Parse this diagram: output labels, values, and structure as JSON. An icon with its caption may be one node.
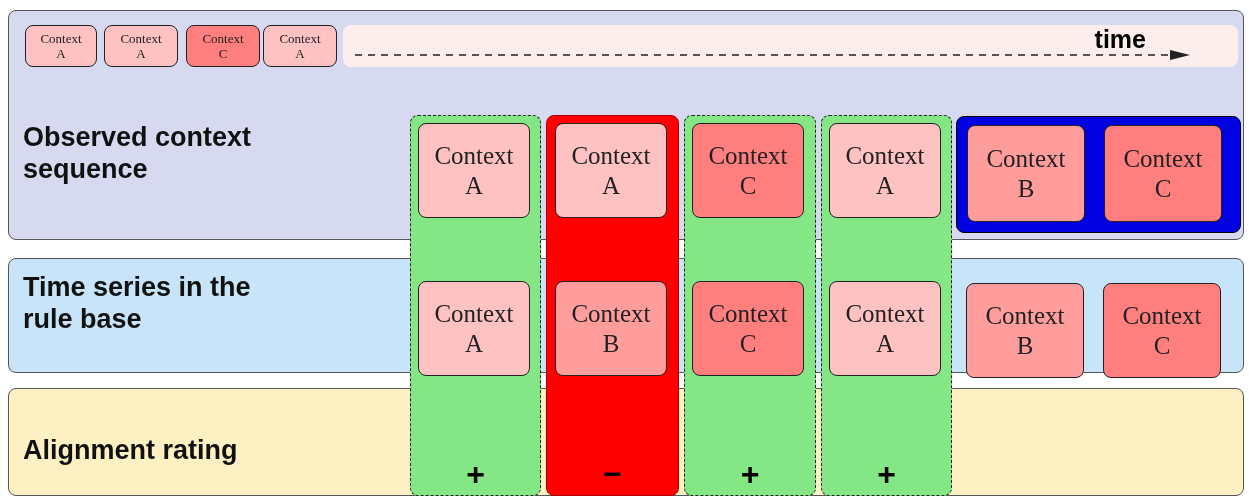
{
  "diagram": {
    "nodes": [
      {
        "text": [
          "Observed context sequence"
        ]
      },
      {
        "text": [
          "Context A"
        ],
        "in": 0
      },
      {
        "text": [
          "Context A"
        ],
        "in": 0
      },
      {
        "text": [
          "Context C"
        ],
        "in": 0
      },
      {
        "text": [
          "Context A"
        ],
        "in": 0
      },
      {
        "text": [
          "time"
        ],
        "in": 0
      },
      {
        "text": [
          "Time series in the rule base"
        ]
      },
      {
        "text": [
          "Alignment rating"
        ]
      },
      {
        "text": [
          "+"
        ]
      },
      {
        "text": [
          "Context A"
        ]
      },
      {
        "text": [
          "Context A"
        ]
      },
      {
        "text": [
          "−"
        ]
      },
      {
        "text": [
          "Context A"
        ]
      },
      {
        "text": [
          "Context B"
        ]
      },
      {
        "text": [
          "+"
        ]
      },
      {
        "text": [
          "Context C"
        ]
      },
      {
        "text": [
          "Context C"
        ]
      },
      {
        "text": [
          "+"
        ]
      },
      {
        "text": [
          "Context A"
        ]
      },
      {
        "text": [
          "Context A"
        ]
      },
      {
        "text": [],
        "shape": "box",
        "in": 0
      },
      {
        "text": [
          "Context B"
        ],
        "in": 20
      },
      {
        "text": [
          "Context C"
        ],
        "in": 20
      },
      {
        "text": [
          "Context B"
        ],
        "in": 6
      },
      {
        "text": [
          "Context C"
        ],
        "in": 6
      }
    ],
    "edges": []
  }
}
